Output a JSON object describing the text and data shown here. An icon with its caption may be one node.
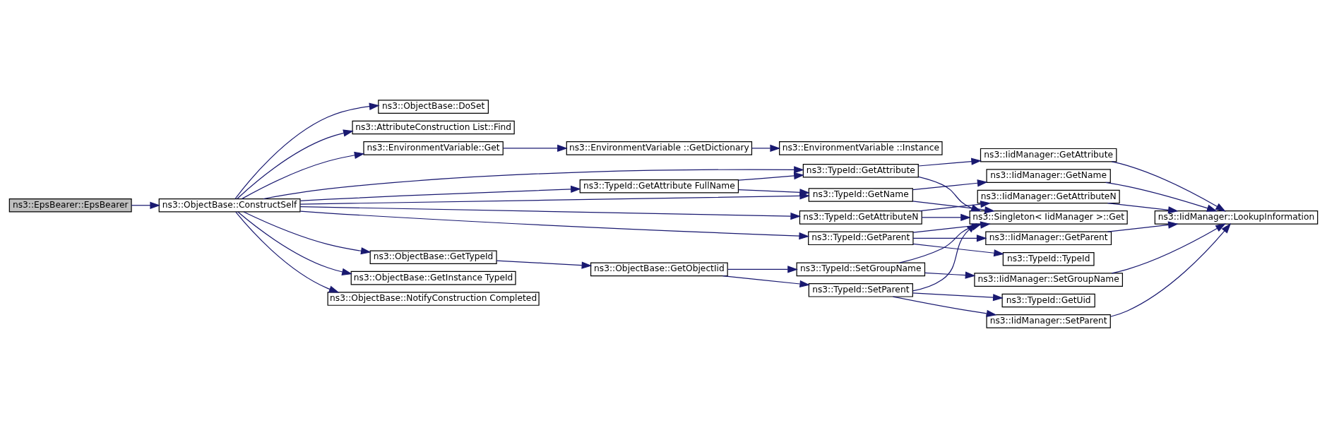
{
  "diagram": {
    "nodes": [
      {
        "text": [
          "ns3::EpsBearer::EpsBearer"
        ]
      },
      {
        "text": [
          "ns3::ObjectBase::ConstructSelf"
        ]
      },
      {
        "text": [
          "ns3::ObjectBase::DoSet"
        ]
      },
      {
        "text": [
          "ns3::AttributeConstruction List::Find"
        ]
      },
      {
        "text": [
          "ns3::EnvironmentVariable::Get"
        ]
      },
      {
        "text": [
          "ns3::EnvironmentVariable ::GetDictionary"
        ]
      },
      {
        "text": [
          "ns3::EnvironmentVariable ::Instance"
        ]
      },
      {
        "text": [
          "ns3::ObjectBase::GetTypeId"
        ]
      },
      {
        "text": [
          "ns3::ObjectBase::GetObjectIid"
        ]
      },
      {
        "text": [
          "ns3::TypeId::SetParent"
        ]
      },
      {
        "text": [
          "ns3::TypeId::GetUid"
        ]
      },
      {
        "text": [
          "ns3::IidManager::SetParent"
        ]
      },
      {
        "text": [
          "ns3::IidManager::SetGroupName"
        ]
      },
      {
        "text": [
          "ns3::TypeId::SetGroupName"
        ]
      },
      {
        "text": [
          "ns3::TypeId::GetParent"
        ]
      },
      {
        "text": [
          "ns3::TypeId::TypeId"
        ]
      },
      {
        "text": [
          "ns3::IidManager::GetParent"
        ]
      },
      {
        "text": [
          "ns3::TypeId::GetAttribute FullName"
        ]
      },
      {
        "text": [
          "ns3::TypeId::GetAttribute"
        ]
      },
      {
        "text": [
          "ns3::Singleton< IidManager >::Get"
        ]
      },
      {
        "text": [
          "ns3::IidManager::GetAttribute"
        ]
      },
      {
        "text": [
          "ns3::TypeId::GetName"
        ]
      },
      {
        "text": [
          "ns3::IidManager::GetName"
        ]
      },
      {
        "text": [
          "ns3::TypeId::GetAttributeN"
        ]
      },
      {
        "text": [
          "ns3::IidManager::GetAttributeN"
        ]
      },
      {
        "text": [
          "ns3::IidManager::LookupInformation"
        ]
      },
      {
        "text": [
          "ns3::ObjectBase::GetInstance TypeId"
        ]
      },
      {
        "text": [
          "ns3::ObjectBase::NotifyConstruction Completed"
        ]
      }
    ],
    "edges": [
      {
        "from": 0,
        "to": 1,
        "arrow": "to"
      },
      {
        "from": 1,
        "to": 2,
        "arrow": "to"
      },
      {
        "from": 1,
        "to": 3,
        "arrow": "to"
      },
      {
        "from": 1,
        "to": 4,
        "arrow": "to"
      },
      {
        "from": 1,
        "to": 7,
        "arrow": "to"
      },
      {
        "from": 1,
        "to": 14,
        "arrow": "to"
      },
      {
        "from": 1,
        "to": 18,
        "arrow": "to"
      },
      {
        "from": 1,
        "to": 17,
        "arrow": "to"
      },
      {
        "from": 1,
        "to": 21,
        "arrow": "to"
      },
      {
        "from": 1,
        "to": 23,
        "arrow": "to"
      },
      {
        "from": 1,
        "to": 26,
        "arrow": "to"
      },
      {
        "from": 1,
        "to": 27,
        "arrow": "to"
      },
      {
        "from": 4,
        "to": 5,
        "arrow": "to"
      },
      {
        "from": 5,
        "to": 6,
        "arrow": "to"
      },
      {
        "from": 7,
        "to": 8,
        "arrow": "to"
      },
      {
        "from": 8,
        "to": 9,
        "arrow": "to"
      },
      {
        "from": 8,
        "to": 13,
        "arrow": "to"
      },
      {
        "from": 9,
        "to": 10,
        "arrow": "to"
      },
      {
        "from": 9,
        "to": 11,
        "arrow": "to"
      },
      {
        "from": 9,
        "to": 19,
        "arrow": "to"
      },
      {
        "from": 11,
        "to": 25,
        "arrow": "to"
      },
      {
        "from": 13,
        "to": 12,
        "arrow": "to"
      },
      {
        "from": 13,
        "to": 19,
        "arrow": "to"
      },
      {
        "from": 12,
        "to": 25,
        "arrow": "to"
      },
      {
        "from": 14,
        "to": 15,
        "arrow": "to"
      },
      {
        "from": 14,
        "to": 16,
        "arrow": "to"
      },
      {
        "from": 14,
        "to": 19,
        "arrow": "to"
      },
      {
        "from": 16,
        "to": 25,
        "arrow": "to"
      },
      {
        "from": 17,
        "to": 18,
        "arrow": "to"
      },
      {
        "from": 17,
        "to": 21,
        "arrow": "to"
      },
      {
        "from": 18,
        "to": 19,
        "arrow": "to"
      },
      {
        "from": 18,
        "to": 20,
        "arrow": "to"
      },
      {
        "from": 20,
        "to": 25,
        "arrow": "to"
      },
      {
        "from": 21,
        "to": 19,
        "arrow": "to"
      },
      {
        "from": 21,
        "to": 22,
        "arrow": "to"
      },
      {
        "from": 22,
        "to": 25,
        "arrow": "to"
      },
      {
        "from": 23,
        "to": 19,
        "arrow": "to"
      },
      {
        "from": 23,
        "to": 24,
        "arrow": "to"
      },
      {
        "from": 24,
        "to": 25,
        "arrow": "to"
      }
    ]
  }
}
